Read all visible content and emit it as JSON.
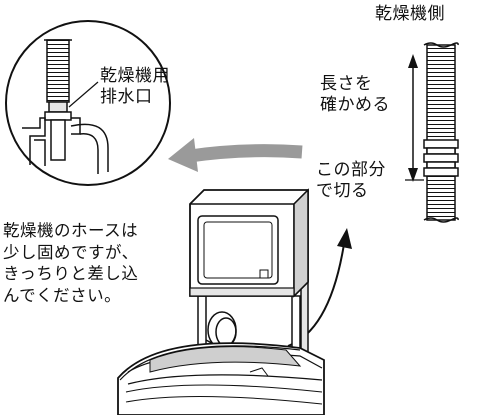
{
  "labels": {
    "dryer_side": "乾燥機側",
    "dryer_drain": "乾燥機用\n排水口",
    "check_length": "長さを\n確かめる",
    "cut_here": "この部分\nで切る",
    "hose_hint": "乾燥機のホースは\n少し固めですが、\nきっちりと差し込\nんでください。"
  },
  "colors": {
    "line": "#111111",
    "arrow_gray": "#9a9a9a",
    "shade": "#cfcfcf",
    "light_shade": "#e6e6e6"
  }
}
